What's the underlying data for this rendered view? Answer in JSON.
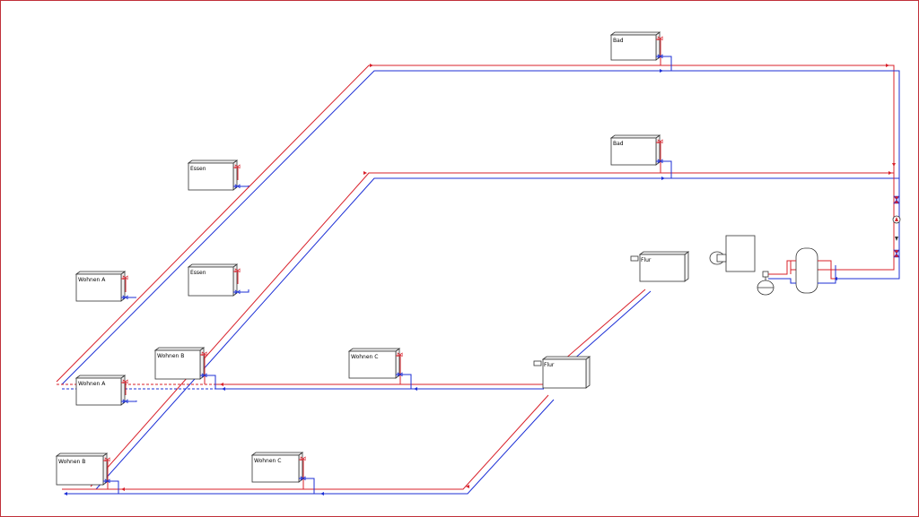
{
  "diagram": {
    "colors": {
      "supply": "#d8202a",
      "return": "#1c2fd6",
      "radiator_stroke": "#333333",
      "frame": "#c0303a"
    },
    "radiators": [
      {
        "id": "r1",
        "label": "Bad"
      },
      {
        "id": "r2",
        "label": "Bad"
      },
      {
        "id": "r3",
        "label": "Essen"
      },
      {
        "id": "r4",
        "label": "Essen"
      },
      {
        "id": "r5",
        "label": "Wohnen A"
      },
      {
        "id": "r6",
        "label": "Wohnen A"
      },
      {
        "id": "r7",
        "label": "Wohnen B"
      },
      {
        "id": "r8",
        "label": "Wohnen B"
      },
      {
        "id": "r9",
        "label": "Wohnen C"
      },
      {
        "id": "r10",
        "label": "Wohnen C"
      },
      {
        "id": "r11",
        "label": "Flur"
      },
      {
        "id": "r12",
        "label": "Flur"
      }
    ],
    "equipment": [
      "boiler-icon",
      "expansion-vessel-icon",
      "storage-tank-icon",
      "pump-icon",
      "valve-icon",
      "fan-icon"
    ]
  }
}
